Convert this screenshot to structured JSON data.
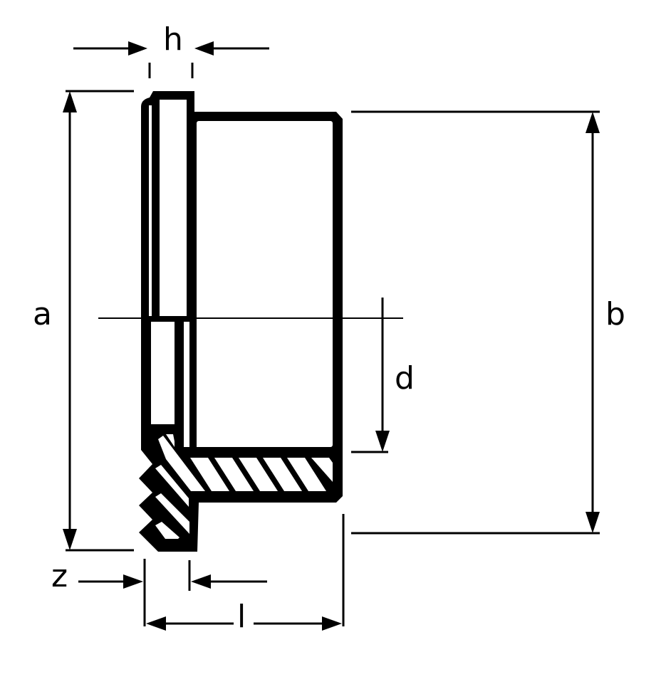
{
  "drawing": {
    "labels": {
      "h": "h",
      "a": "a",
      "b": "b",
      "d": "d",
      "z": "z",
      "l": "l"
    },
    "colors": {
      "ink": "#000000",
      "paper": "#ffffff"
    }
  }
}
